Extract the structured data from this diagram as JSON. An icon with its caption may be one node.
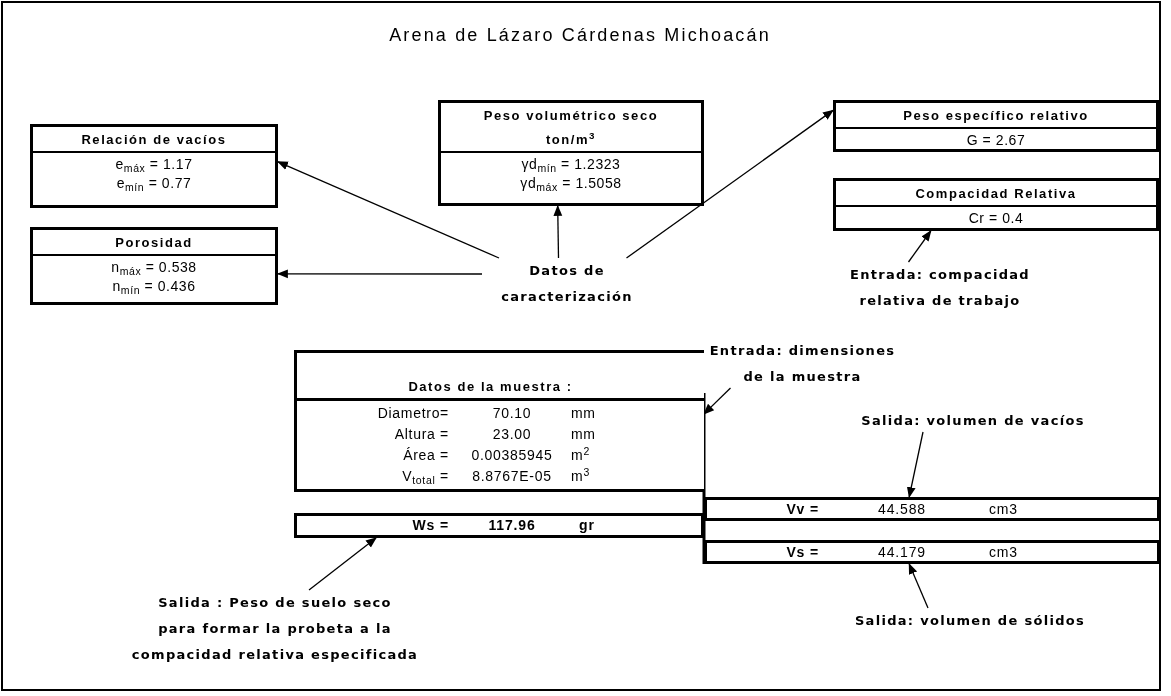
{
  "diagram": {
    "title": "Arena de Lázaro Cárdenas Michoacán",
    "nodes": [
      {
        "text": [
          "Relación de vacíos",
          "e$_{máx}$ = 1.17",
          "e$_{mín}$ = 0.77"
        ]
      },
      {
        "text": [
          "Peso volumétrico seco ton/m$^{3}$",
          "γd$_{mín}$ = 1.2323",
          "γd$_{máx}$ = 1.5058"
        ]
      },
      {
        "text": [
          "Peso específico relativo",
          "G = 2.67"
        ]
      },
      {
        "text": [
          "Porosidad",
          "n$_{máx}$ = 0.538",
          "n$_{mín}$ = 0.436"
        ]
      },
      {
        "text": [
          "Compacidad Relativa",
          "Cr = 0.4"
        ]
      },
      {
        "text": [
          "Datos de caracterización"
        ]
      },
      {
        "text": [
          "Entrada: compacidad relativa de trabajo"
        ]
      },
      {
        "text": [
          "Datos de la muestra :",
          "Diametro=",
          "70.10",
          "mm",
          "Altura =",
          "23.00",
          "mm",
          "Área =",
          "0.00385945",
          "m$^{2}$",
          "V$_{total}$ =",
          "8.8767E-05",
          "m$^{3}$"
        ]
      },
      {
        "text": [
          "Entrada: dimensiones de la muestra"
        ]
      },
      {
        "text": [
          "Ws =",
          "117.96",
          "gr"
        ]
      },
      {
        "text": [
          "Vv =",
          "44.588",
          "cm3"
        ]
      },
      {
        "text": [
          "Vs =",
          "44.179",
          "cm3"
        ]
      },
      {
        "text": [
          "Salida: volumen de vacíos"
        ]
      },
      {
        "text": [
          "Salida : Peso de suelo seco para formar la probeta a la compacidad relativa especificada"
        ]
      },
      {
        "text": [
          "Salida: volumen de sólidos"
        ]
      }
    ],
    "edges": [
      {
        "from": 5,
        "to": 0,
        "arrow": "to"
      },
      {
        "from": 5,
        "to": 3,
        "arrow": "to"
      },
      {
        "from": 5,
        "to": 1,
        "arrow": "to"
      },
      {
        "from": 5,
        "to": 2,
        "arrow": "to"
      },
      {
        "from": 6,
        "to": 4,
        "arrow": "to"
      },
      {
        "from": 8,
        "to": 7,
        "arrow": "to"
      },
      {
        "from": 12,
        "to": 10,
        "arrow": "to"
      },
      {
        "from": 13,
        "to": 9,
        "arrow": "to"
      },
      {
        "from": 14,
        "to": 11,
        "arrow": "to"
      }
    ]
  }
}
